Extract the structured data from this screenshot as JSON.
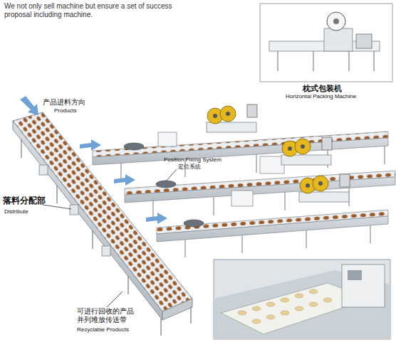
{
  "diagram": {
    "nodes": [
      {
        "text": [
          "枕式包装机",
          "Horizontal Packing Machine"
        ]
      }
    ],
    "labels": [
      "We not only sell machine but ensure a set of success proposal including machine.",
      "产品进料方向",
      "Products",
      "Position Fixing System",
      "定位系统",
      "落料分配部",
      "Distribute",
      "可进行回收的产品 并列堆放传送带",
      "Recyclable Products"
    ]
  }
}
